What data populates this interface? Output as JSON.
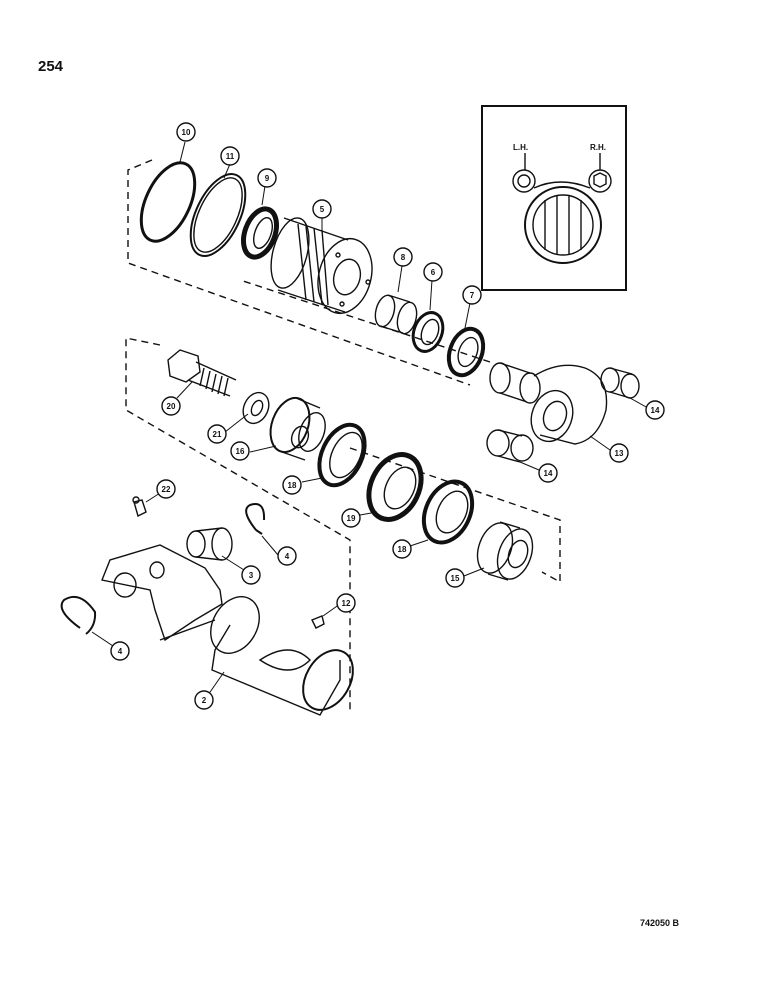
{
  "page_number": "254",
  "figure_code": "742050 B",
  "inset": {
    "left_label": "L.H.",
    "right_label": "R.H."
  },
  "callouts": [
    "10",
    "11",
    "9",
    "5",
    "8",
    "6",
    "7",
    "20",
    "21",
    "16",
    "18",
    "19",
    "18",
    "15",
    "14",
    "14",
    "13",
    "22",
    "4",
    "3",
    "4",
    "12",
    "2"
  ]
}
